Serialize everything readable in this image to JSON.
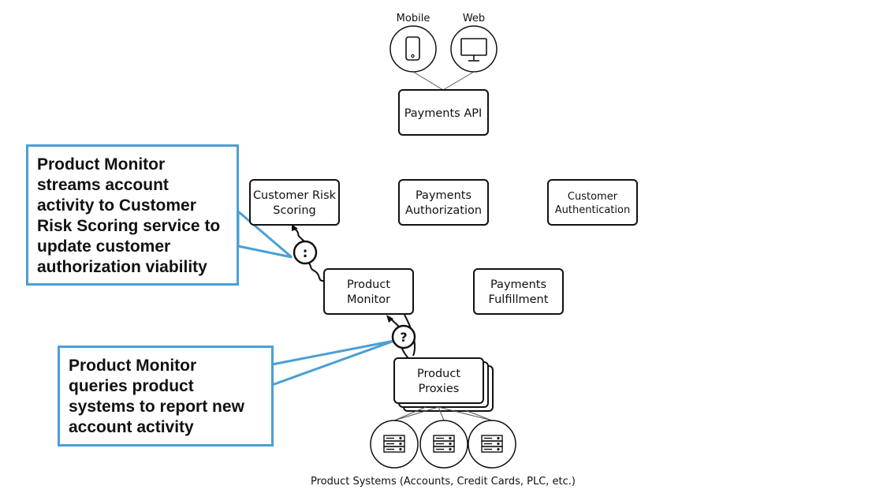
{
  "clients": [
    {
      "label": "Mobile",
      "icon": "mobile-phone-icon"
    },
    {
      "label": "Web",
      "icon": "desktop-monitor-icon"
    }
  ],
  "services": {
    "payments_api": "Payments API",
    "customer_risk_scoring": [
      "Customer Risk",
      "Scoring"
    ],
    "payments_authorization": [
      "Payments",
      "Authorization"
    ],
    "customer_authentication": [
      "Customer",
      "Authentication"
    ],
    "product_monitor": [
      "Product",
      "Monitor"
    ],
    "payments_fulfillment": [
      "Payments",
      "Fulfillment"
    ],
    "product_proxies": [
      "Product",
      "Proxies"
    ]
  },
  "product_systems_label": "Product Systems (Accounts, Credit Cards, PLC, etc.)",
  "product_systems_icon": "server-icon",
  "connectors": {
    "stream_symbol": ":",
    "query_symbol": "?"
  },
  "callouts": {
    "stream": "Product Monitor\nstreams account\nactivity to Customer\nRisk Scoring service to\nupdate customer\nauthorization viability",
    "query": "Product Monitor\nqueries product\nsystems to report new\naccount activity"
  },
  "colors": {
    "callout_border": "#4a9fd6",
    "box_stroke": "#111111"
  }
}
